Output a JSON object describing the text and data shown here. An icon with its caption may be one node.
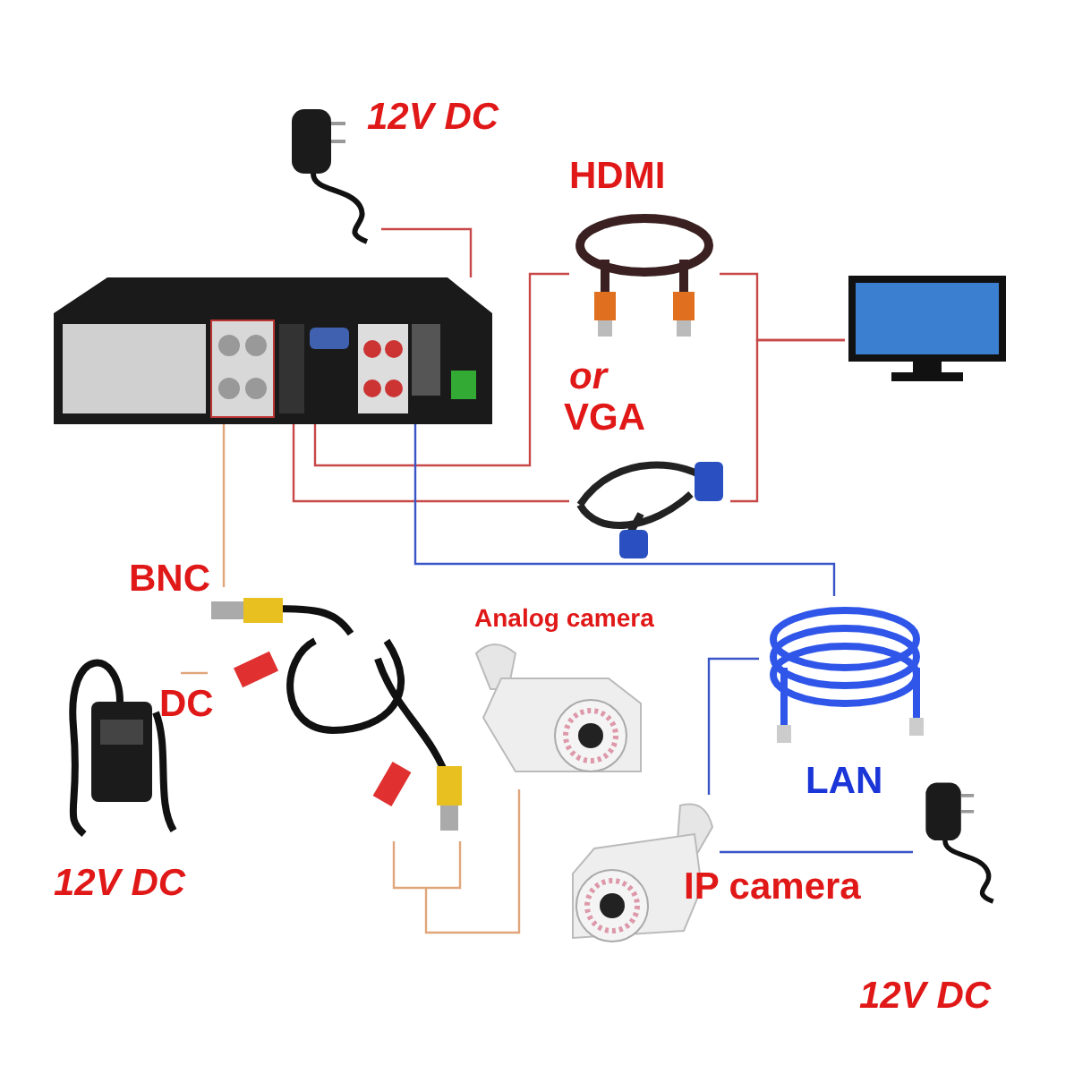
{
  "diagram": {
    "nodes": [
      {
        "text": [],
        "shape": "picture",
        "beside": [
          "12V DC"
        ]
      },
      {
        "text": [],
        "shape": "picture"
      },
      {
        "text": [],
        "shape": "picture",
        "beside": [
          "HDMI"
        ]
      },
      {
        "text": [],
        "shape": "picture",
        "beside": [
          "VGA"
        ]
      },
      {
        "text": [],
        "shape": "picture"
      },
      {
        "text": [],
        "shape": "picture",
        "beside": [
          "BNC",
          "DC"
        ]
      },
      {
        "text": [],
        "shape": "picture",
        "beside": [
          "12V DC"
        ]
      },
      {
        "text": [],
        "shape": "picture",
        "beside": [
          "Analog camera"
        ]
      },
      {
        "text": [],
        "shape": "picture",
        "beside": [
          "LAN"
        ]
      },
      {
        "text": [],
        "shape": "picture",
        "beside": [
          "IP camera"
        ]
      },
      {
        "text": [],
        "shape": "picture",
        "beside": [
          "12V DC"
        ]
      }
    ],
    "edges": [
      {
        "from": 0,
        "to": 1,
        "arrow": "none"
      },
      {
        "from": 1,
        "to": 2,
        "arrow": "none"
      },
      {
        "from": 1,
        "to": 3,
        "arrow": "none"
      },
      {
        "from": 2,
        "to": 4,
        "arrow": "none"
      },
      {
        "from": 3,
        "to": 4,
        "arrow": "none"
      },
      {
        "from": 1,
        "to": 8,
        "arrow": "none",
        "color": "#3a55c8"
      },
      {
        "from": 8,
        "to": 9,
        "arrow": "none",
        "color": "#3a55c8"
      },
      {
        "from": 9,
        "to": 10,
        "arrow": "none",
        "color": "#3a55c8"
      },
      {
        "from": 1,
        "to": 5,
        "arrow": "none",
        "color": "#e0a57a"
      },
      {
        "from": 6,
        "to": 5,
        "arrow": "none",
        "color": "#e0a57a"
      },
      {
        "from": 5,
        "to": 7,
        "arrow": "none",
        "color": "#e0a57a"
      }
    ],
    "labels": [
      "or"
    ]
  }
}
